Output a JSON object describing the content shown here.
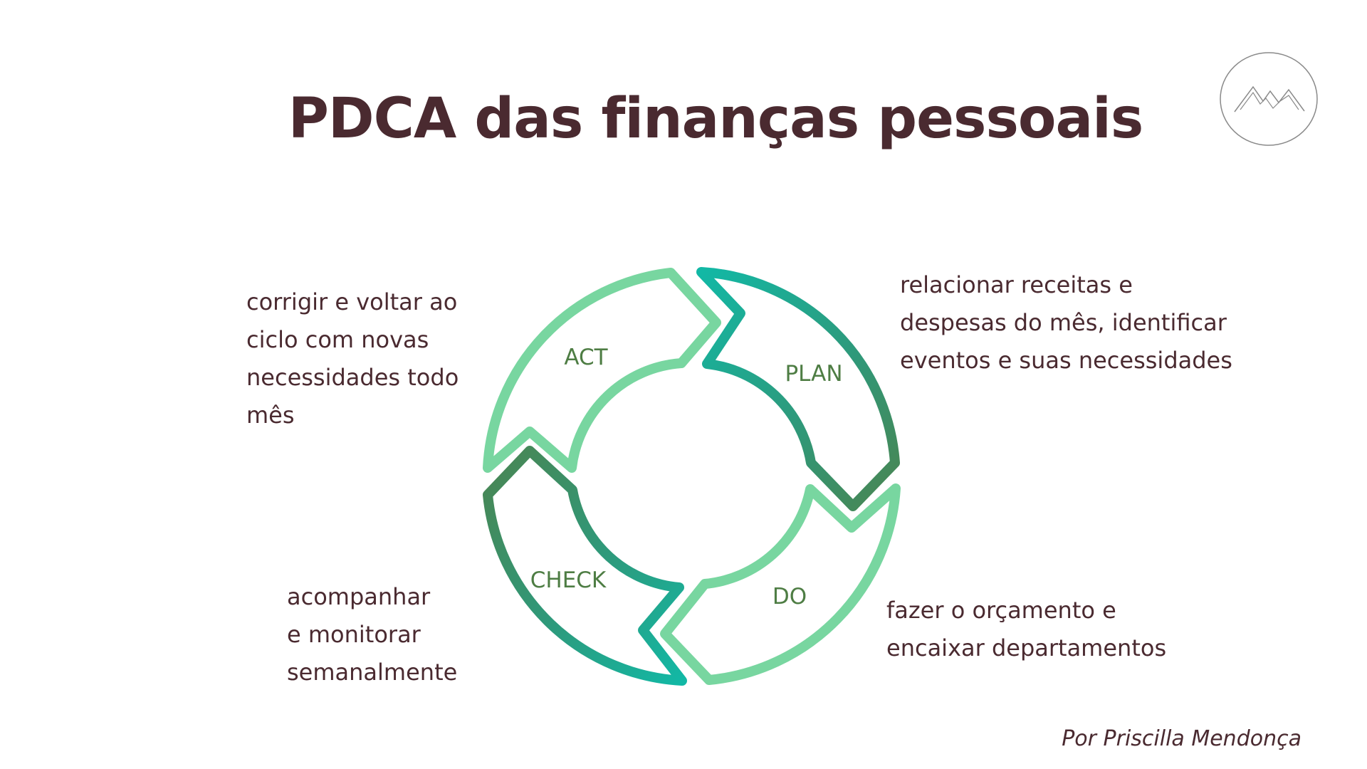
{
  "title": "PDCA das finanças pessoais",
  "author": "Por Priscilla Mendonça",
  "logo": {
    "icon": "mountain-logo-icon",
    "stroke": "#8a8a8a"
  },
  "colors": {
    "text": "#4a2a30",
    "label": "#4e7d44",
    "light_green": "#78d6a0",
    "teal": "#12b8a5",
    "mid_green": "#2d9a7c",
    "dark_green": "#4a8552"
  },
  "stages": {
    "act": {
      "label": "ACT",
      "description": "corrigir e voltar ao\nciclo com novas\nnecessidades todo\nmês"
    },
    "plan": {
      "label": "PLAN",
      "description": "relacionar receitas e\ndespesas do mês, identificar\neventos e suas necessidades"
    },
    "check": {
      "label": "CHECK",
      "description": "acompanhar\ne monitorar\nsemanalmente"
    },
    "do": {
      "label": "DO",
      "description": "fazer o orçamento e\nencaixar departamentos"
    }
  }
}
